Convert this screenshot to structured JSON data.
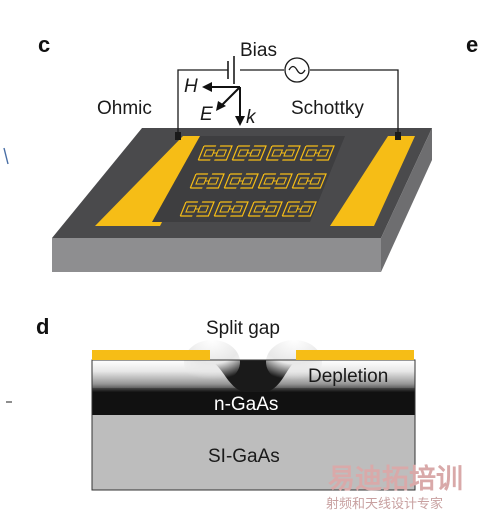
{
  "panel_c": {
    "letter": "c",
    "bias_label": "Bias",
    "ohmic_label": "Ohmic",
    "schottky_label": "Schottky",
    "h_label": "H",
    "e_label": "E",
    "k_label": "k"
  },
  "panel_d": {
    "letter": "d",
    "split_gap_label": "Split gap",
    "depletion_label": "Depletion",
    "ngaas_label": "n-GaAs",
    "sigaas_label": "SI-GaAs"
  },
  "edge_letter": "e",
  "watermark": {
    "title": "易迪拓培训",
    "subtitle": "射频和天线设计专家"
  },
  "colors": {
    "gold": "#f6bd16",
    "dark_gray": "#4a4a4c",
    "side_gray": "#8e8e90",
    "substrate": "#bdbdbd",
    "black": "#111111"
  }
}
